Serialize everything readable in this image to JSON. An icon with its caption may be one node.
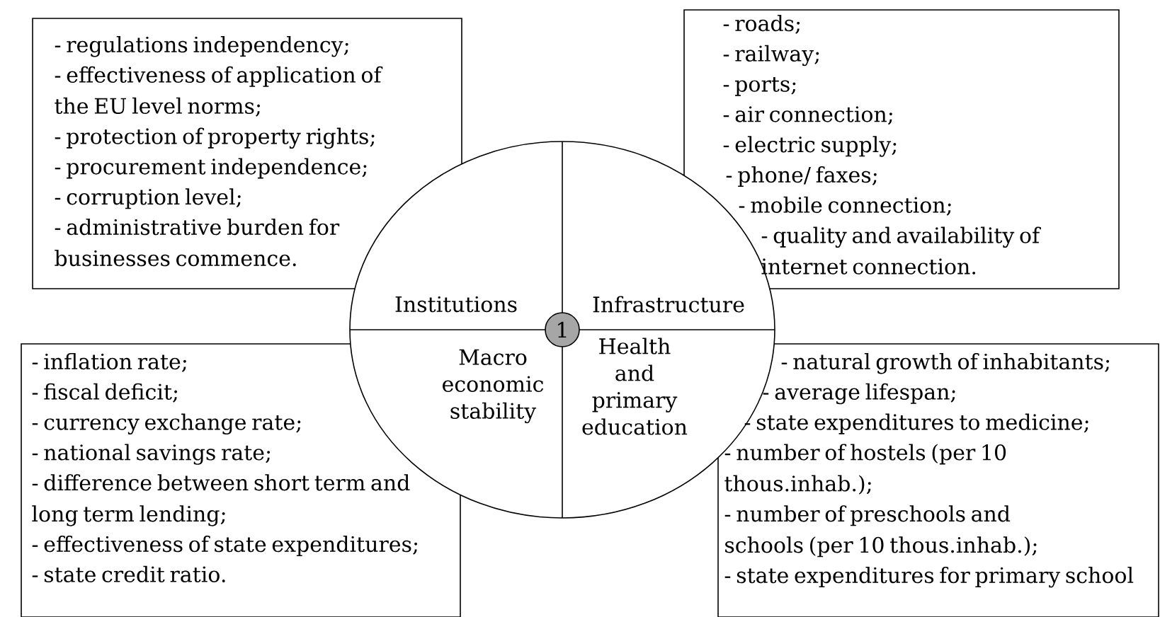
{
  "diagram": {
    "nodes": [
      {
        "text": [
          "- regulations independency;",
          "- effectiveness of application of the EU level norms;",
          "- protection of property rights;",
          "- procurement independence;",
          "- corruption level;",
          "- administrative burden for businesses commence."
        ]
      },
      {
        "text": [
          "- roads;",
          "- railway;",
          "- ports;",
          "- air connection;",
          "- electric supply;",
          "- phone/ faxes;",
          "- mobile connection;",
          "- quality and availability of internet connection."
        ]
      },
      {
        "text": [
          "Institutions",
          "Infrastructure",
          "Macro economic stability",
          "Health and primary education"
        ]
      },
      {
        "text": [
          "1"
        ],
        "in": 2
      },
      {
        "text": [
          "- inflation rate;",
          "- fiscal deficit;",
          "- currency exchange rate;",
          "- national savings rate;",
          "- difference between short term and long term lending;",
          "- effectiveness of state expenditures;",
          "- state credit ratio."
        ]
      },
      {
        "text": [
          "- natural growth of inhabitants;",
          "- average lifespan;",
          "- state expenditures to medicine;",
          "- number of hostels (per 10 thous.inhab.);",
          "- number of preschools and schools (per 10 thous.inhab.);",
          "- state expenditures for primary school"
        ]
      }
    ]
  }
}
